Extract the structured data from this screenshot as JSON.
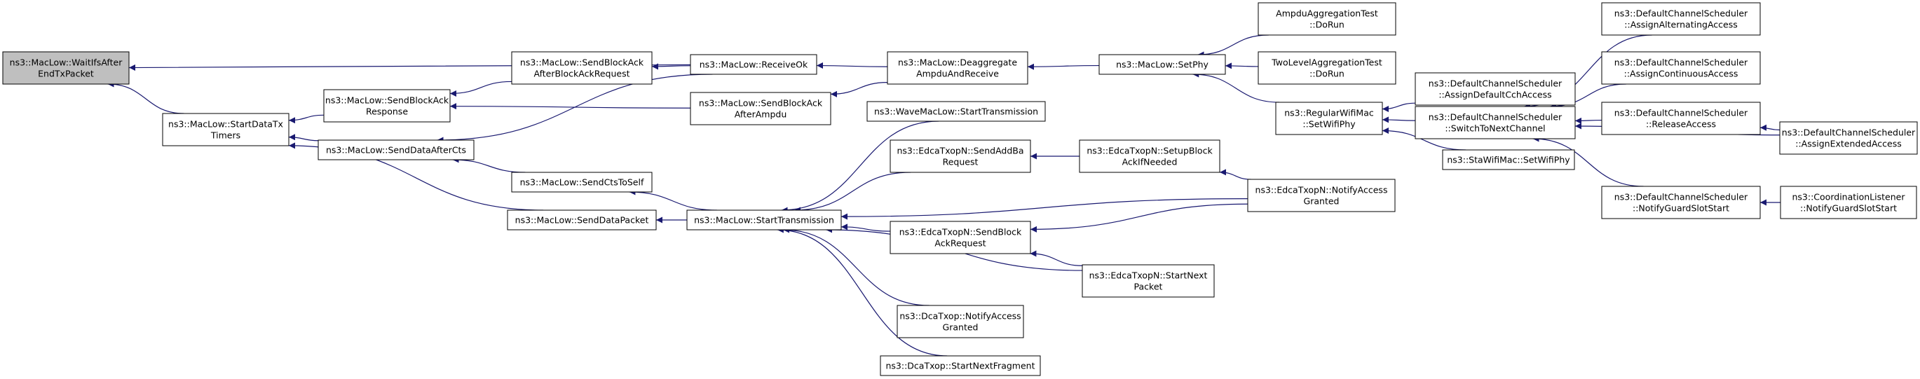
{
  "colors": {
    "edge": "#191970",
    "node_border": "#000000",
    "node_fill": "#ffffff",
    "root_fill": "#bfbfbf"
  },
  "nodes": [
    {
      "id": "n0",
      "lines": [
        "ns3::MacLow::WaitIfsAfter",
        "EndTxPacket"
      ],
      "root": true
    },
    {
      "id": "n1",
      "lines": [
        "ns3::MacLow::StartDataTx",
        "Timers"
      ]
    },
    {
      "id": "n2",
      "lines": [
        "ns3::MacLow::SendBlockAck",
        "Response"
      ]
    },
    {
      "id": "n3",
      "lines": [
        "ns3::MacLow::SendDataAfterCts"
      ]
    },
    {
      "id": "n4",
      "lines": [
        "ns3::MacLow::SendDataPacket"
      ]
    },
    {
      "id": "n5",
      "lines": [
        "ns3::MacLow::SendBlockAck",
        "AfterBlockAckRequest"
      ]
    },
    {
      "id": "n6",
      "lines": [
        "ns3::MacLow::SendCtsToSelf"
      ]
    },
    {
      "id": "n7",
      "lines": [
        "ns3::MacLow::ReceiveOk"
      ]
    },
    {
      "id": "n8",
      "lines": [
        "ns3::MacLow::SendBlockAck",
        "AfterAmpdu"
      ]
    },
    {
      "id": "n9",
      "lines": [
        "ns3::MacLow::StartTransmission"
      ]
    },
    {
      "id": "n10",
      "lines": [
        "ns3::MacLow::Deaggregate",
        "AmpduAndReceive"
      ]
    },
    {
      "id": "n11",
      "lines": [
        "ns3::WaveMacLow::StartTransmission"
      ]
    },
    {
      "id": "n12",
      "lines": [
        "ns3::EdcaTxopN::SendAddBa",
        "Request"
      ]
    },
    {
      "id": "n13",
      "lines": [
        "ns3::EdcaTxopN::SendBlock",
        "AckRequest"
      ]
    },
    {
      "id": "n14",
      "lines": [
        "ns3::DcaTxop::NotifyAccess",
        "Granted"
      ]
    },
    {
      "id": "n15",
      "lines": [
        "ns3::DcaTxop::StartNextFragment"
      ]
    },
    {
      "id": "n16",
      "lines": [
        "ns3::MacLow::SetPhy"
      ]
    },
    {
      "id": "n17",
      "lines": [
        "ns3::EdcaTxopN::SetupBlock",
        "AckIfNeeded"
      ]
    },
    {
      "id": "n18",
      "lines": [
        "ns3::EdcaTxopN::StartNext",
        "Packet"
      ]
    },
    {
      "id": "n19",
      "lines": [
        "AmpduAggregationTest",
        "::DoRun"
      ]
    },
    {
      "id": "n20",
      "lines": [
        "TwoLevelAggregationTest",
        "::DoRun"
      ]
    },
    {
      "id": "n21",
      "lines": [
        "ns3::RegularWifiMac",
        "::SetWifiPhy"
      ]
    },
    {
      "id": "n22",
      "lines": [
        "ns3::EdcaTxopN::NotifyAccess",
        "Granted"
      ]
    },
    {
      "id": "n23",
      "lines": [
        "ns3::DefaultChannelScheduler",
        "::AssignDefaultCchAccess"
      ]
    },
    {
      "id": "n24",
      "lines": [
        "ns3::DefaultChannelScheduler",
        "::SwitchToNextChannel"
      ]
    },
    {
      "id": "n25",
      "lines": [
        "ns3::StaWifiMac::SetWifiPhy"
      ]
    },
    {
      "id": "n26",
      "lines": [
        "ns3::DefaultChannelScheduler",
        "::AssignAlternatingAccess"
      ]
    },
    {
      "id": "n27",
      "lines": [
        "ns3::DefaultChannelScheduler",
        "::AssignContinuousAccess"
      ]
    },
    {
      "id": "n28",
      "lines": [
        "ns3::DefaultChannelScheduler",
        "::ReleaseAccess"
      ]
    },
    {
      "id": "n29",
      "lines": [
        "ns3::DefaultChannelScheduler",
        "::NotifyGuardSlotStart"
      ]
    },
    {
      "id": "n30",
      "lines": [
        "ns3::DefaultChannelScheduler",
        "::AssignExtendedAccess"
      ]
    },
    {
      "id": "n31",
      "lines": [
        "ns3::CoordinationListener",
        "::NotifyGuardSlotStart"
      ]
    }
  ],
  "edges": [
    [
      "n1",
      "n0"
    ],
    [
      "n7",
      "n0"
    ],
    [
      "n2",
      "n1"
    ],
    [
      "n3",
      "n1"
    ],
    [
      "n4",
      "n1"
    ],
    [
      "n5",
      "n2"
    ],
    [
      "n8",
      "n2"
    ],
    [
      "n7",
      "n3"
    ],
    [
      "n6",
      "n3"
    ],
    [
      "n9",
      "n4"
    ],
    [
      "n7",
      "n5"
    ],
    [
      "n10",
      "n7"
    ],
    [
      "n10",
      "n8"
    ],
    [
      "n9",
      "n6"
    ],
    [
      "n11",
      "n9"
    ],
    [
      "n12",
      "n9"
    ],
    [
      "n22",
      "n9"
    ],
    [
      "n13",
      "n9"
    ],
    [
      "n18",
      "n9"
    ],
    [
      "n14",
      "n9"
    ],
    [
      "n15",
      "n9"
    ],
    [
      "n16",
      "n10"
    ],
    [
      "n19",
      "n16"
    ],
    [
      "n20",
      "n16"
    ],
    [
      "n21",
      "n16"
    ],
    [
      "n17",
      "n12"
    ],
    [
      "n22",
      "n17"
    ],
    [
      "n22",
      "n13"
    ],
    [
      "n18",
      "n13"
    ],
    [
      "n23",
      "n21"
    ],
    [
      "n24",
      "n21"
    ],
    [
      "n25",
      "n21"
    ],
    [
      "n26",
      "n24"
    ],
    [
      "n27",
      "n24"
    ],
    [
      "n28",
      "n24"
    ],
    [
      "n29",
      "n24"
    ],
    [
      "n30",
      "n24"
    ],
    [
      "n30",
      "n28"
    ],
    [
      "n31",
      "n29"
    ]
  ]
}
